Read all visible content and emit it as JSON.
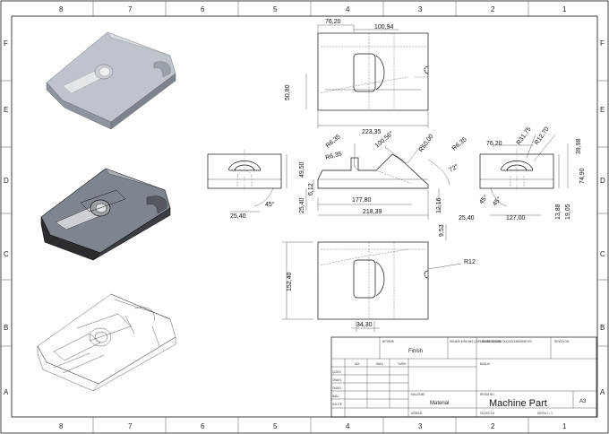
{
  "sheet": {
    "zone_columns": [
      "8",
      "7",
      "6",
      "5",
      "4",
      "3",
      "2",
      "1"
    ],
    "zone_rows": [
      "F",
      "E",
      "D",
      "C",
      "B",
      "A"
    ]
  },
  "views": {
    "top_view": {
      "dims": [
        "76,20",
        "100,94",
        "50,80",
        "223,35"
      ]
    },
    "front_view": {
      "dims": [
        "R6,35",
        "R6,35",
        "100,56°",
        "R50,00",
        "R6,35",
        "177,80",
        "218,39",
        "12,16",
        "72°",
        "45°"
      ]
    },
    "left_view": {
      "dims": [
        "49,50",
        "25,40",
        "6,12",
        "45°",
        "25,40"
      ]
    },
    "right_view": {
      "dims": [
        "76,20",
        "R31,75",
        "R12,70",
        "39,98",
        "74,90",
        "45°",
        "127,00",
        "13,88",
        "19,05",
        "25,40"
      ]
    },
    "bottom_view": {
      "dims": [
        "9,53",
        "R12",
        "152,40",
        "34,30"
      ]
    }
  },
  "title_block": {
    "finish_label": "BİTİRME",
    "finish_value": "Finish",
    "edge_note": "KENARI KIRILMIŞ\nÇAPAKLARI AL\nKIRA",
    "revision_note": "RESMİ REDÜK ÖLÇEKLENDİRMEYİN",
    "revision_label": "REVİZYON",
    "col_headers": [
      "ADI",
      "İMZA",
      "TARİH"
    ],
    "row_labels": [
      "ÇİZEN",
      "ONAYL",
      "ONAYL",
      "İMAL",
      "KALİTE"
    ],
    "baslik_label": "BAŞLIK",
    "material_label": "MALZEME",
    "material_value": "Material",
    "drawing_no_label": "RESİM NO.",
    "title": "Machine Part",
    "sheet_size": "A3",
    "weight_label": "AĞIRLIK",
    "scale": "ÖLÇEK:1:5",
    "sheet_no": "SAYFA 1 / 1"
  }
}
